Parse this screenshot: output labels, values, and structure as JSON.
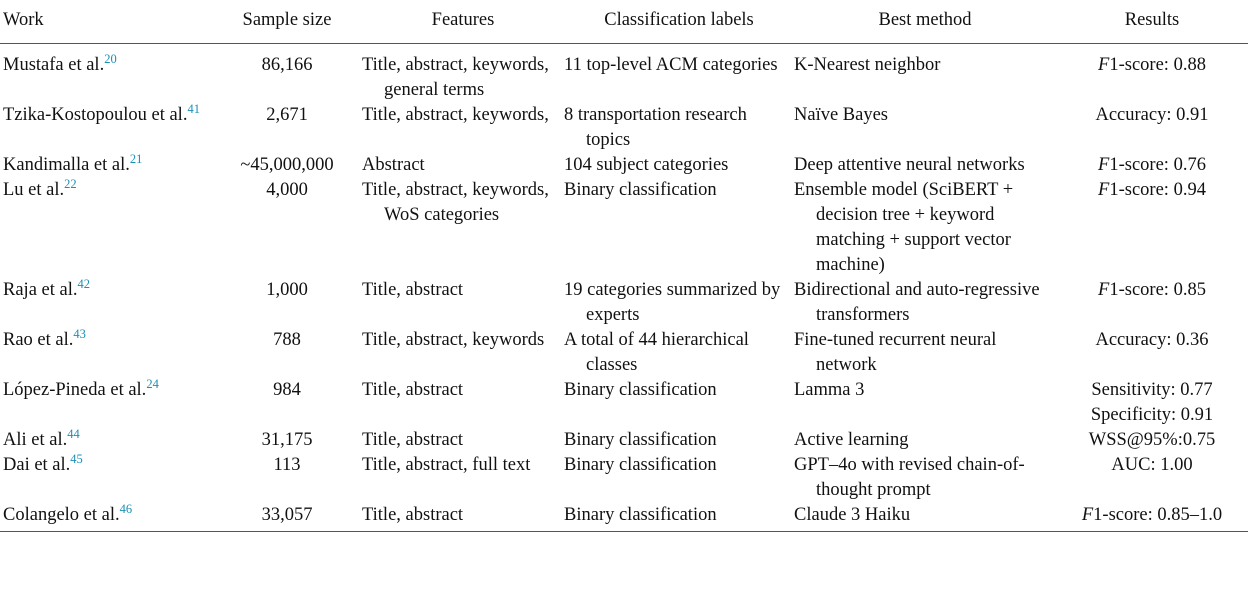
{
  "headers": {
    "work": "Work",
    "sample_size": "Sample size",
    "features": "Features",
    "labels": "Classification labels",
    "method": "Best method",
    "results": "Results"
  },
  "rows": [
    {
      "work": "Mustafa et al.",
      "ref": "20",
      "sample_size": "86,166",
      "features": "Title, abstract, keywords, general terms",
      "labels": "11 top-level ACM categories",
      "method": "K-Nearest neighbor",
      "result_metric": "F",
      "result_text": "1-score: 0.88"
    },
    {
      "work": "Tzika-Kostopoulou et al.",
      "ref": "41",
      "sample_size": "2,671",
      "features": "Title, abstract, keywords,",
      "labels": "8 transportation research topics",
      "method": "Naïve Bayes",
      "result_metric": "",
      "result_text": "Accuracy: 0.91"
    },
    {
      "work": "Kandimalla et al.",
      "ref": "21",
      "sample_size": "~45,000,000",
      "features": "Abstract",
      "labels": "104 subject categories",
      "method": "Deep attentive neural networks",
      "result_metric": "F",
      "result_text": "1-score: 0.76"
    },
    {
      "work": "Lu et al.",
      "ref": "22",
      "sample_size": "4,000",
      "features": "Title, abstract, keywords, WoS categories",
      "labels": "Binary classification",
      "method": "Ensemble model (SciBERT + decision tree + keyword matching + support vector machine)",
      "result_metric": "F",
      "result_text": "1-score: 0.94"
    },
    {
      "work": "Raja et al.",
      "ref": "42",
      "sample_size": "1,000",
      "features": "Title, abstract",
      "labels": "19 categories summarized by experts",
      "method": "Bidirectional and auto-regressive transformers",
      "result_metric": "F",
      "result_text": "1-score: 0.85"
    },
    {
      "work": "Rao et al.",
      "ref": "43",
      "sample_size": "788",
      "features": "Title, abstract, keywords",
      "labels": "A total of 44 hierarchical classes",
      "method": "Fine-tuned recurrent neural network",
      "result_metric": "",
      "result_text": "Accuracy: 0.36"
    },
    {
      "work": "López-Pineda et al.",
      "ref": "24",
      "sample_size": "984",
      "features": "Title, abstract",
      "labels": "Binary classification",
      "method": "Lamma 3",
      "result_metric": "",
      "result_text": "Sensitivity: 0.77 Specificity: 0.91"
    },
    {
      "work": "Ali et al.",
      "ref": "44",
      "sample_size": "31,175",
      "features": "Title, abstract",
      "labels": "Binary classification",
      "method": "Active learning",
      "result_metric": "",
      "result_text": "WSS@95%:0.75"
    },
    {
      "work": "Dai et al.",
      "ref": "45",
      "sample_size": "113",
      "features": "Title, abstract, full text",
      "labels": "Binary classification",
      "method": "GPT–4o with revised chain-of-thought prompt",
      "result_metric": "",
      "result_text": "AUC: 1.00"
    },
    {
      "work": "Colangelo et al.",
      "ref": "46",
      "sample_size": "33,057",
      "features": "Title, abstract",
      "labels": "Binary classification",
      "method": "Claude 3 Haiku",
      "result_metric": "F",
      "result_text": "1-score: 0.85–1.0"
    }
  ]
}
